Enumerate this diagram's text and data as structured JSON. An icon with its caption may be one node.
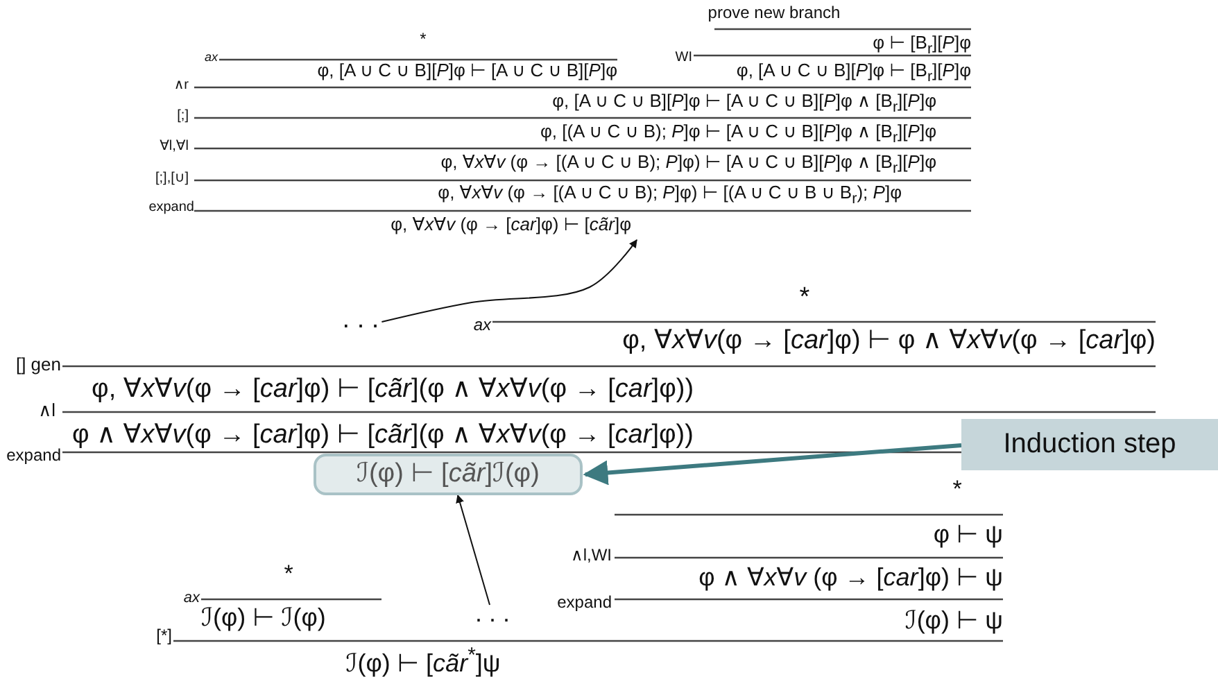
{
  "diagram": {
    "nodes": [
      {
        "text": [
          "φ, ∀*x*∀*v* (φ → [*car*]φ) ⊢ [*cãr*]φ"
        ]
      },
      {
        "text": [
          ". . ."
        ]
      },
      {
        "text": [
          "ℐ(φ) ⊢ [*cãr*]ℐ(φ)"
        ]
      },
      {
        "text": [
          "Induction step"
        ]
      },
      {
        "text": [
          ". . ."
        ]
      }
    ],
    "edges": [
      {
        "from": 1,
        "to": 0,
        "arrow": "to"
      },
      {
        "from": 4,
        "to": 2,
        "arrow": "to"
      },
      {
        "from": 3,
        "to": 2,
        "arrow": "to",
        "color": "#3d7a80",
        "style": "thick"
      }
    ],
    "labels": [
      "prove new branch",
      "*",
      "φ ⊢ [B$_{r}$][*P*]φ",
      "ax",
      "φ, [A ∪ C ∪ B][*P*]φ ⊢ [A ∪ C ∪ B][*P*]φ",
      "WI",
      "φ, [A ∪ C ∪ B][*P*]φ ⊢ [B$_{r}$][*P*]φ",
      "∧r",
      "φ, [A ∪ C ∪ B][*P*]φ ⊢ [A ∪ C ∪ B][*P*]φ ∧ [B$_{r}$][*P*]φ",
      "[;]",
      "φ, [(A ∪ C ∪ B); *P*]φ ⊢ [A ∪ C ∪ B][*P*]φ ∧ [B$_{r}$][*P*]φ",
      "∀l,∀l",
      "φ, ∀*x*∀*v* (φ → [(A ∪ C ∪ B); *P*]φ) ⊢ [A ∪ C ∪ B][*P*]φ ∧ [B$_{r}$][*P*]φ",
      "[;],[∪]",
      "φ, ∀*x*∀*v* (φ → [(A ∪ C ∪ B); *P*]φ) ⊢ [(A ∪ C ∪ B ∪ B$_{r}$); *P*]φ",
      "expand",
      "*",
      "ax",
      "φ, ∀*x*∀*v*(φ → [*car*]φ) ⊢ φ ∧ ∀*x*∀*v*(φ → [*car*]φ)",
      "[] gen",
      "φ, ∀*x*∀*v*(φ → [*car*]φ) ⊢ [*cãr*](φ ∧ ∀*x*∀*v*(φ → [*car*]φ))",
      "∧l",
      "φ ∧ ∀*x*∀*v*(φ → [*car*]φ) ⊢ [*cãr*](φ ∧ ∀*x*∀*v*(φ → [*car*]φ))",
      "expand",
      "*",
      "φ ⊢ ψ",
      "∧l,WI",
      "φ ∧ ∀*x*∀*v* (φ → [*car*]φ) ⊢ ψ",
      "expand",
      "ℐ(φ) ⊢ ψ",
      "*",
      "ax",
      "ℐ(φ) ⊢ ℐ(φ)",
      "[*]",
      "ℐ(φ) ⊢ [*cãr*$^{*}$]ψ"
    ]
  }
}
